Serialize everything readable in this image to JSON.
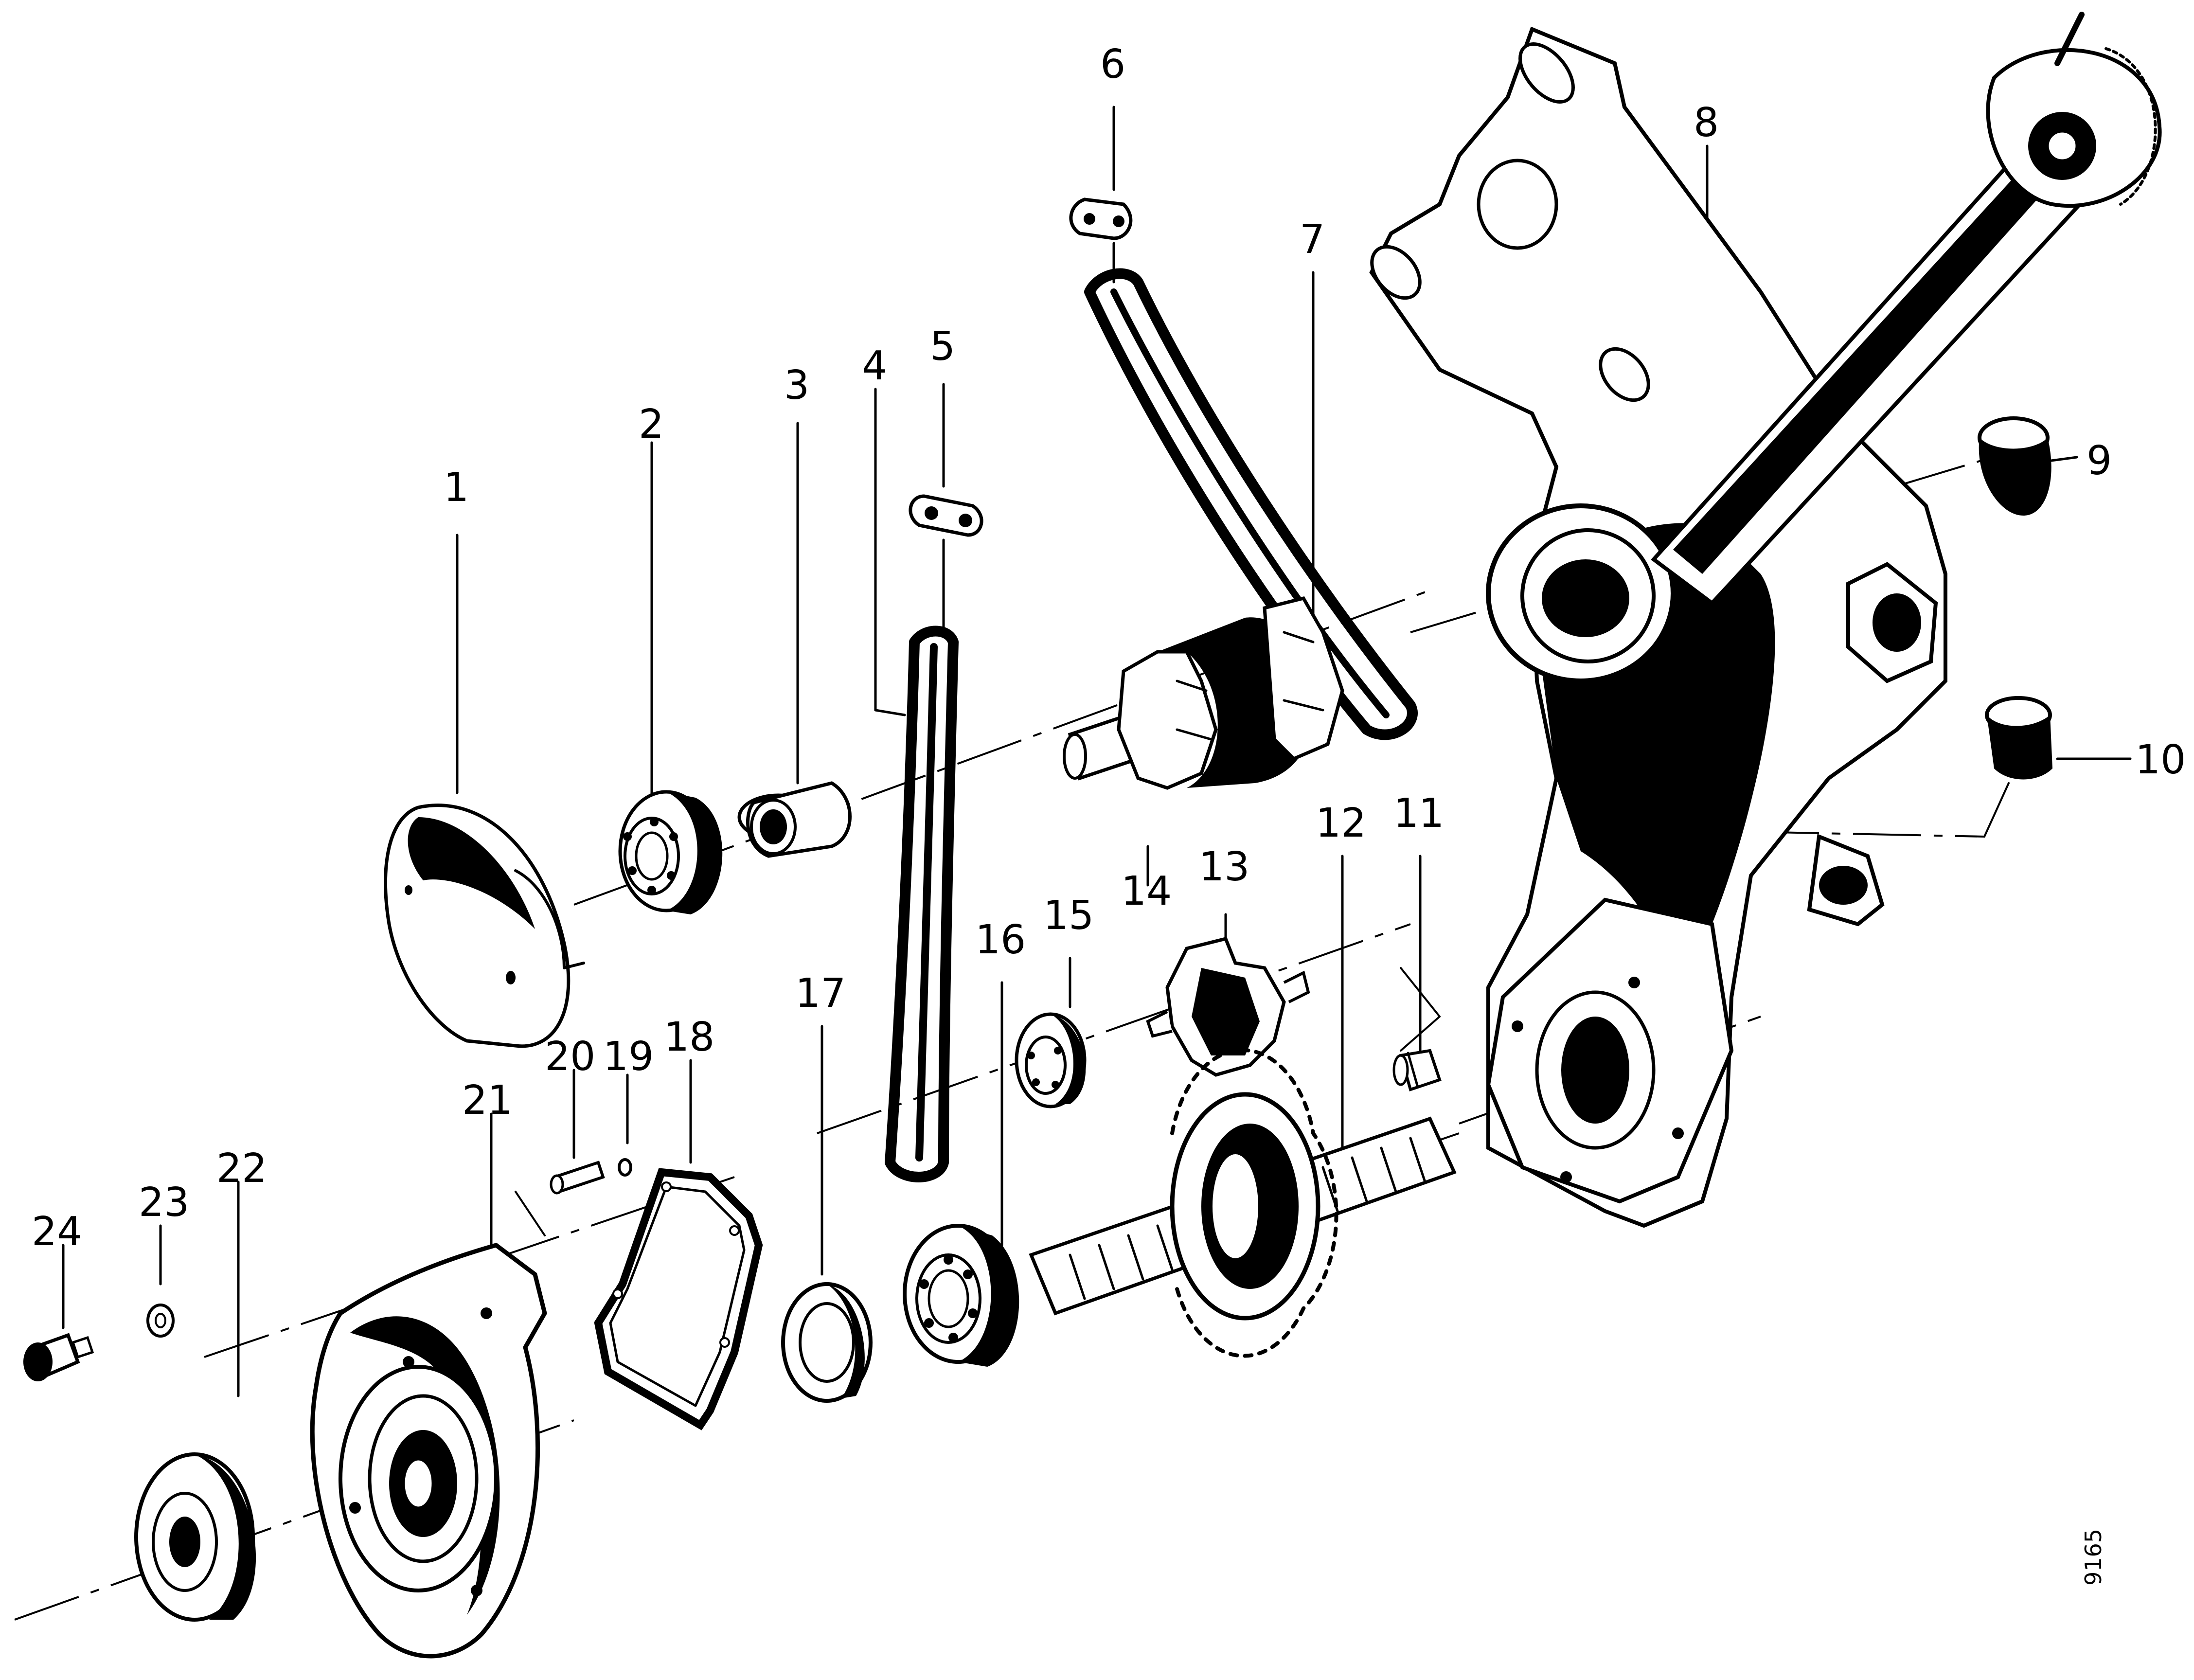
{
  "diagram": {
    "part_numbers": [
      "1",
      "2",
      "3",
      "4",
      "5",
      "6",
      "7",
      "8",
      "9",
      "10",
      "11",
      "12",
      "13",
      "14",
      "15",
      "16",
      "17",
      "18",
      "19",
      "20",
      "21",
      "22",
      "23",
      "24"
    ],
    "document_number": "9165"
  }
}
